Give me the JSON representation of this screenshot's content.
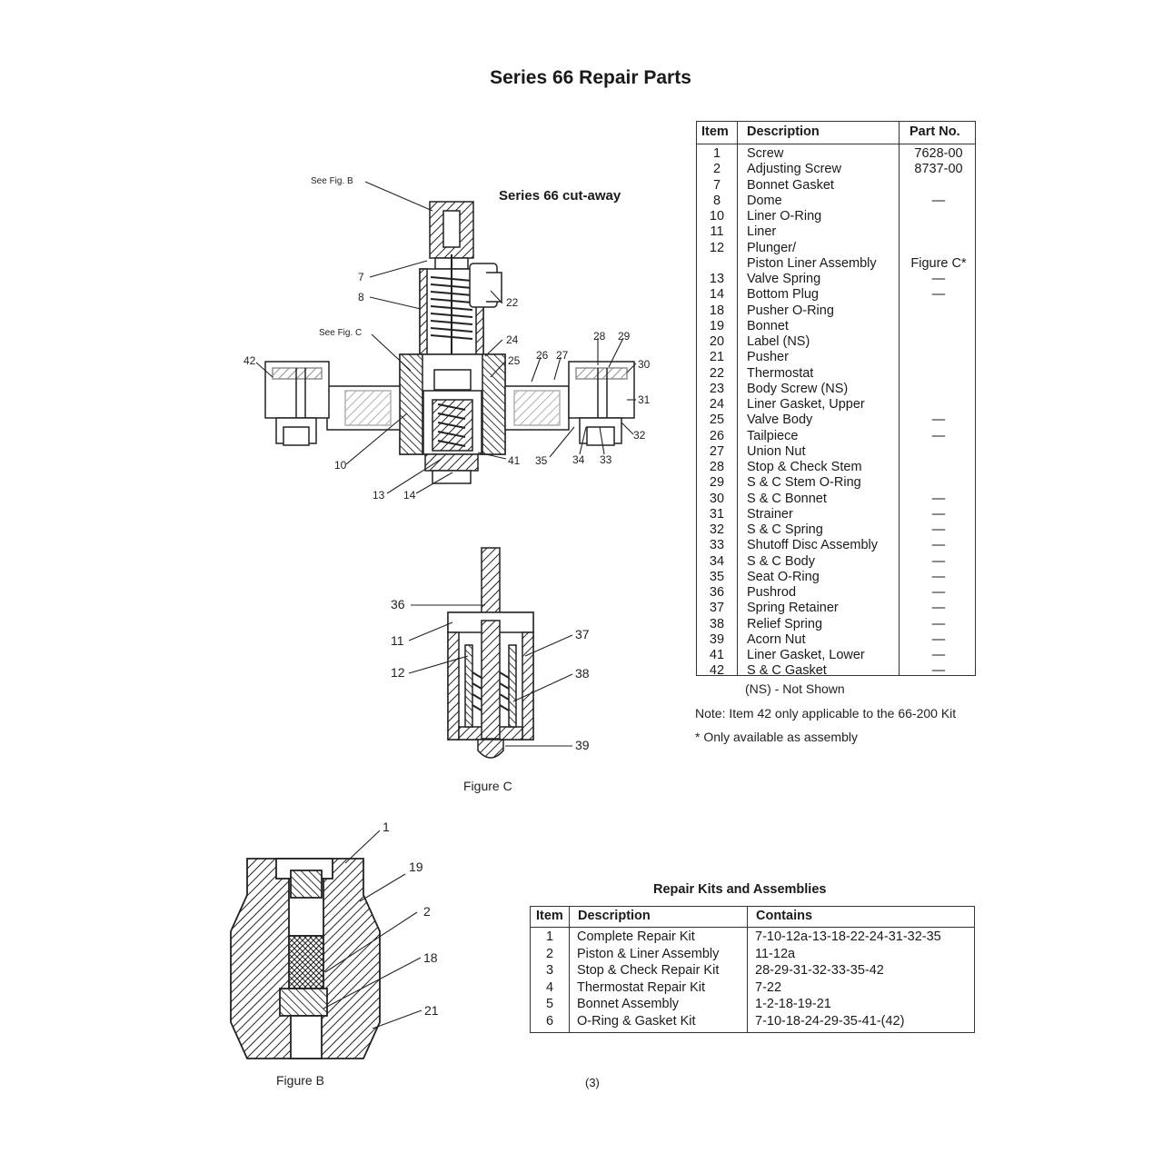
{
  "title": "Series 66  Repair Parts",
  "cutaway_title": "Series 66  cut-away",
  "callouts": {
    "see_fig_b": "See Fig. B",
    "see_fig_c": "See Fig. C",
    "main": [
      "7",
      "8",
      "22",
      "24",
      "25",
      "26",
      "27",
      "28",
      "29",
      "30",
      "31",
      "32",
      "33",
      "34",
      "35",
      "41",
      "10",
      "13",
      "14",
      "42"
    ],
    "figure_c": [
      "36",
      "11",
      "12",
      "37",
      "38",
      "39"
    ],
    "figure_b": [
      "1",
      "19",
      "2",
      "18",
      "21"
    ]
  },
  "figure_c_caption": "Figure C",
  "figure_b_caption": "Figure B",
  "parts_table": {
    "headers": {
      "item": "Item",
      "description": "Description",
      "part_no": "Part No."
    },
    "rows": [
      {
        "item": "1",
        "description": "Screw",
        "part_no": "7628-00"
      },
      {
        "item": "2",
        "description": "Adjusting Screw",
        "part_no": "8737-00"
      },
      {
        "item": "7",
        "description": "Bonnet Gasket",
        "part_no": ""
      },
      {
        "item": "8",
        "description": "Dome",
        "part_no": "—"
      },
      {
        "item": "10",
        "description": "Liner O-Ring",
        "part_no": ""
      },
      {
        "item": "11",
        "description": "Liner",
        "part_no": ""
      },
      {
        "item": "12",
        "description": "Plunger/",
        "part_no": ""
      },
      {
        "item": "",
        "description": "Piston Liner Assembly",
        "part_no": "Figure C*"
      },
      {
        "item": "13",
        "description": "Valve Spring",
        "part_no": "—"
      },
      {
        "item": "14",
        "description": "Bottom Plug",
        "part_no": "—"
      },
      {
        "item": "18",
        "description": "Pusher O-Ring",
        "part_no": ""
      },
      {
        "item": "19",
        "description": "Bonnet",
        "part_no": ""
      },
      {
        "item": "20",
        "description": "Label (NS)",
        "part_no": ""
      },
      {
        "item": "21",
        "description": "Pusher",
        "part_no": ""
      },
      {
        "item": "22",
        "description": "Thermostat",
        "part_no": ""
      },
      {
        "item": "23",
        "description": "Body Screw (NS)",
        "part_no": ""
      },
      {
        "item": "24",
        "description": "Liner Gasket, Upper",
        "part_no": ""
      },
      {
        "item": "25",
        "description": "Valve Body",
        "part_no": "—"
      },
      {
        "item": "26",
        "description": "Tailpiece",
        "part_no": "—"
      },
      {
        "item": "27",
        "description": "Union Nut",
        "part_no": ""
      },
      {
        "item": "28",
        "description": "Stop & Check Stem",
        "part_no": ""
      },
      {
        "item": "29",
        "description": "S & C Stem O-Ring",
        "part_no": ""
      },
      {
        "item": "30",
        "description": "S & C Bonnet",
        "part_no": "—"
      },
      {
        "item": "31",
        "description": "Strainer",
        "part_no": "—"
      },
      {
        "item": "32",
        "description": "S & C Spring",
        "part_no": "—"
      },
      {
        "item": "33",
        "description": "Shutoff Disc Assembly",
        "part_no": "—"
      },
      {
        "item": "34",
        "description": "S & C Body",
        "part_no": "—"
      },
      {
        "item": "35",
        "description": "Seat O-Ring",
        "part_no": "—"
      },
      {
        "item": "36",
        "description": "Pushrod",
        "part_no": "—"
      },
      {
        "item": "37",
        "description": "Spring Retainer",
        "part_no": "—"
      },
      {
        "item": "38",
        "description": "Relief Spring",
        "part_no": "—"
      },
      {
        "item": "39",
        "description": "Acorn Nut",
        "part_no": "—"
      },
      {
        "item": "41",
        "description": "Liner Gasket, Lower",
        "part_no": "—"
      },
      {
        "item": "42",
        "description": "S & C Gasket",
        "part_no": "—"
      }
    ]
  },
  "notes": {
    "not_shown": "(NS) - Not Shown",
    "item42": "Note: Item 42 only applicable to the 66-200 Kit",
    "assembly": "* Only available as assembly"
  },
  "kits_table": {
    "title": "Repair Kits and Assemblies",
    "headers": {
      "item": "Item",
      "description": "Description",
      "contains": "Contains"
    },
    "rows": [
      {
        "item": "1",
        "description": "Complete Repair Kit",
        "contains": "7-10-12a-13-18-22-24-31-32-35"
      },
      {
        "item": "2",
        "description": "Piston & Liner Assembly",
        "contains": "11-12a"
      },
      {
        "item": "3",
        "description": "Stop & Check Repair Kit",
        "contains": "28-29-31-32-33-35-42"
      },
      {
        "item": "4",
        "description": "Thermostat Repair Kit",
        "contains": "7-22"
      },
      {
        "item": "5",
        "description": "Bonnet Assembly",
        "contains": "1-2-18-19-21"
      },
      {
        "item": "6",
        "description": "O-Ring & Gasket Kit",
        "contains": "7-10-18-24-29-35-41-(42)"
      }
    ]
  },
  "page_number": "(3)"
}
